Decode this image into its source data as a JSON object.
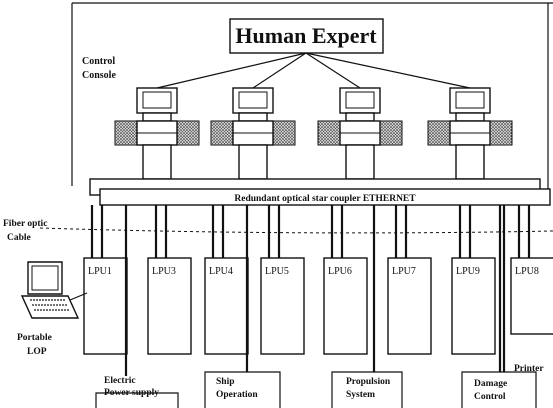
{
  "diagram": {
    "human_expert": "Human  Expert",
    "console_label_1": "Control",
    "console_label_2": "Console",
    "ethernet": "Redundant  optical  star  coupler  ETHERNET",
    "fiber_label_1": "Fiber optic",
    "fiber_label_2": "Cable",
    "portable_label_1": "Portable",
    "portable_label_2": "LOP",
    "printer": "Printer",
    "lpus": [
      "LPU1",
      "LPU3",
      "LPU4",
      "LPU5",
      "LPU6",
      "LPU7",
      "LPU9",
      "LPU8"
    ],
    "subsystems": [
      {
        "line1": "Electric",
        "line2": "Power supply"
      },
      {
        "line1": "Ship",
        "line2": "Operation"
      },
      {
        "line1": "Propulsion",
        "line2": "System"
      },
      {
        "line1": "Damage",
        "line2": "Control"
      }
    ]
  }
}
